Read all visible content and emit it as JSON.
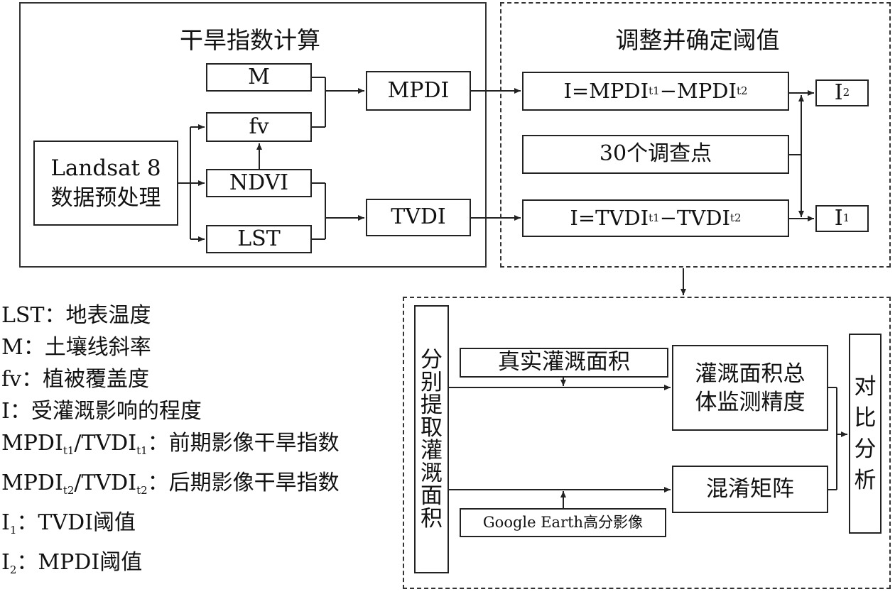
{
  "panels": {
    "left_title": "干旱指数计算",
    "right_title": "调整并确定阈值"
  },
  "boxes": {
    "landsat_line1": "Landsat 8",
    "landsat_line2": "数据预处理",
    "m": "M",
    "fv": "fv",
    "ndvi": "NDVI",
    "lst": "LST",
    "mpdi": "MPDI",
    "tvdi": "TVDI",
    "i_mpdi": {
      "prefix": "I=MPDI",
      "sub1": "t1",
      "mid": "−MPDI",
      "sub2": "t2"
    },
    "survey": "30个调查点",
    "i_tvdi": {
      "prefix": "I=TVDI",
      "sub1": "t1",
      "mid": "−TVDI",
      "sub2": "t2"
    },
    "i2": {
      "main": "I",
      "sub": "2"
    },
    "i1": {
      "main": "I",
      "sub": "1"
    },
    "extract_chars": [
      "分",
      "别",
      "提",
      "取",
      "灌",
      "溉",
      "面",
      "积"
    ],
    "true_area": "真实灌溉面积",
    "google": "Google Earth高分影像",
    "accuracy_line1": "灌溉面积总",
    "accuracy_line2": "体监测精度",
    "confusion": "混淆矩阵",
    "compare_chars": [
      "对",
      "比",
      "分",
      "析"
    ]
  },
  "legend": [
    {
      "term": "LST",
      "sep": "：",
      "desc": "地表温度"
    },
    {
      "term": "M",
      "sep": "：",
      "desc": "土壤线斜率"
    },
    {
      "term": "fv",
      "sep": "：",
      "desc": "植被覆盖度"
    },
    {
      "term": "I",
      "sep": "：",
      "desc": "受灌溉影响的程度"
    },
    {
      "term_a": "MPDI",
      "sub_a": "t1",
      "slash": "/TVDI",
      "sub_b": "t1",
      "sep": "：",
      "desc": "前期影像干旱指数"
    },
    {
      "term_a": "MPDI",
      "sub_a": "t2",
      "slash": "/TVDI",
      "sub_b": "t2",
      "sep": "：",
      "desc": "后期影像干旱指数"
    },
    {
      "term": "I",
      "sub": "1",
      "sep": "：",
      "desc": "TVDI阈值"
    },
    {
      "term": "I",
      "sub": "2",
      "sep": "：",
      "desc": "MPDI阈值"
    }
  ]
}
